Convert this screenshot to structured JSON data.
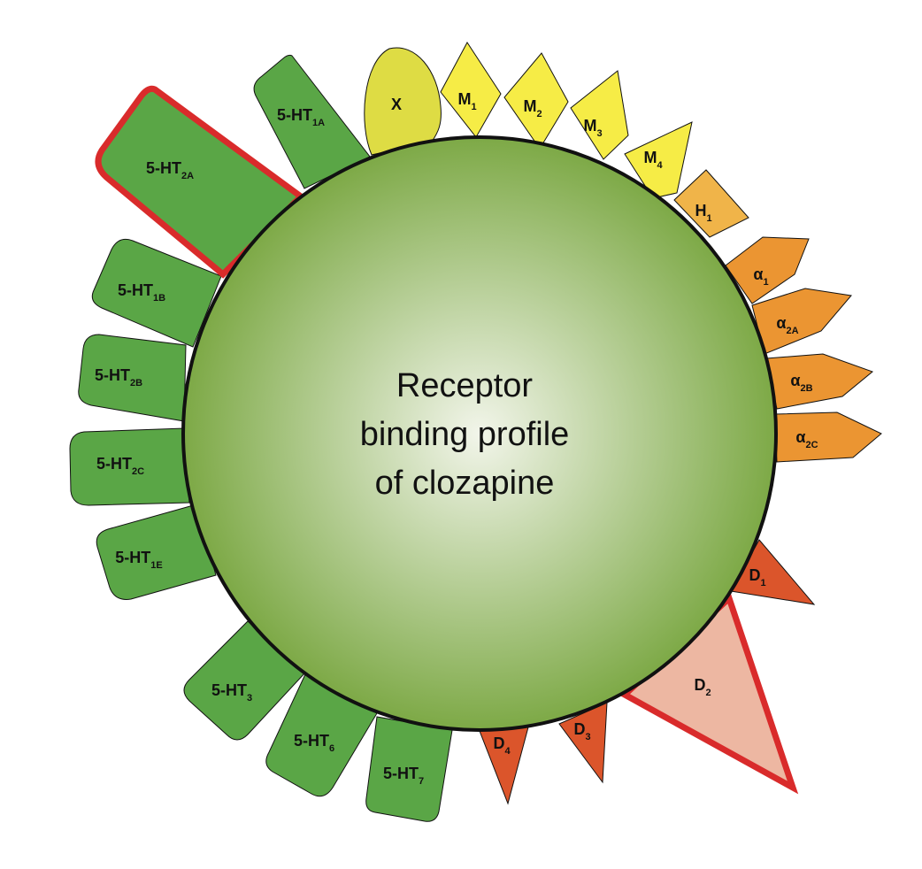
{
  "center": {
    "title_lines": [
      "Receptor",
      "binding profile",
      "of clozapine"
    ]
  },
  "colors": {
    "serotonin": "#5aa646",
    "unknown": "#dedc44",
    "muscarinic": "#f6ec46",
    "histamine": "#f0b449",
    "adrenergic": "#eb9532",
    "dopamine": "#db552b",
    "d2_fill": "#edb7a2",
    "highlight": "#d92b2b",
    "outline": "#111111",
    "circle_inner": "#f2f5ea",
    "circle_outer": "#7da946"
  },
  "receptors": [
    {
      "id": "x",
      "base": "X",
      "sub": "",
      "group": "unknown"
    },
    {
      "id": "m1",
      "base": "M",
      "sub": "1",
      "group": "muscarinic"
    },
    {
      "id": "m2",
      "base": "M",
      "sub": "2",
      "group": "muscarinic"
    },
    {
      "id": "m3",
      "base": "M",
      "sub": "3",
      "group": "muscarinic"
    },
    {
      "id": "m4",
      "base": "M",
      "sub": "4",
      "group": "muscarinic"
    },
    {
      "id": "h1",
      "base": "H",
      "sub": "1",
      "group": "histamine"
    },
    {
      "id": "a1",
      "base": "α",
      "sub": "1",
      "group": "adrenergic"
    },
    {
      "id": "a2a",
      "base": "α",
      "sub": "2A",
      "group": "adrenergic"
    },
    {
      "id": "a2b",
      "base": "α",
      "sub": "2B",
      "group": "adrenergic"
    },
    {
      "id": "a2c",
      "base": "α",
      "sub": "2C",
      "group": "adrenergic"
    },
    {
      "id": "d1",
      "base": "D",
      "sub": "1",
      "group": "dopamine"
    },
    {
      "id": "d2",
      "base": "D",
      "sub": "2",
      "group": "dopamine",
      "highlighted": true
    },
    {
      "id": "d3",
      "base": "D",
      "sub": "3",
      "group": "dopamine"
    },
    {
      "id": "d4",
      "base": "D",
      "sub": "4",
      "group": "dopamine"
    },
    {
      "id": "5ht7",
      "base": "5-HT",
      "sub": "7",
      "group": "serotonin"
    },
    {
      "id": "5ht6",
      "base": "5-HT",
      "sub": "6",
      "group": "serotonin"
    },
    {
      "id": "5ht3",
      "base": "5-HT",
      "sub": "3",
      "group": "serotonin"
    },
    {
      "id": "5ht1e",
      "base": "5-HT",
      "sub": "1E",
      "group": "serotonin"
    },
    {
      "id": "5ht2c",
      "base": "5-HT",
      "sub": "2C",
      "group": "serotonin"
    },
    {
      "id": "5ht2b",
      "base": "5-HT",
      "sub": "2B",
      "group": "serotonin"
    },
    {
      "id": "5ht1b",
      "base": "5-HT",
      "sub": "1B",
      "group": "serotonin"
    },
    {
      "id": "5ht2a",
      "base": "5-HT",
      "sub": "2A",
      "group": "serotonin",
      "highlighted": true
    },
    {
      "id": "5ht1a",
      "base": "5-HT",
      "sub": "1A",
      "group": "serotonin"
    }
  ]
}
